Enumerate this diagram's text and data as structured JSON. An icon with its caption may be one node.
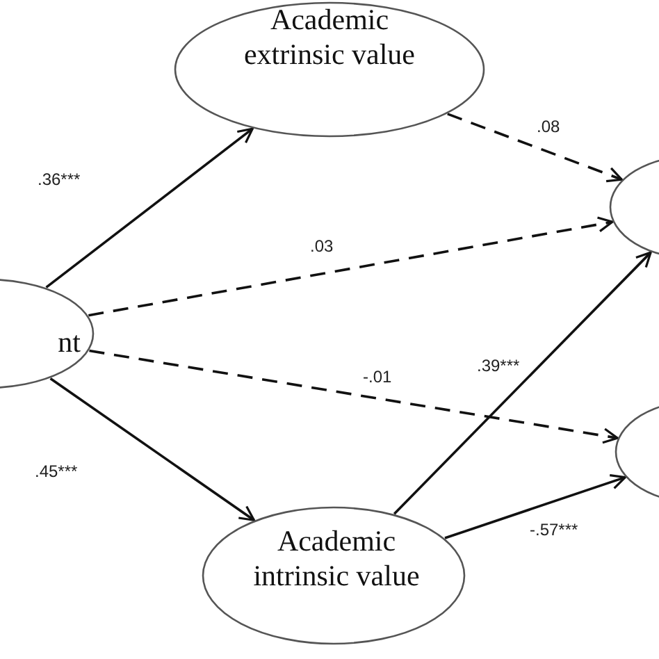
{
  "diagram": {
    "nodes": [
      {
        "text": [
          "nt"
        ]
      },
      {
        "text": [
          "Academic extrinsic value"
        ]
      },
      {
        "text": [
          "Academic intrinsic value"
        ]
      },
      {
        "text": [],
        "shape": "ellipse"
      },
      {
        "text": [],
        "shape": "ellipse"
      }
    ],
    "edges": [
      {
        "from": 0,
        "to": 1,
        "arrow": "to",
        "label": ".36***"
      },
      {
        "from": 1,
        "to": 3,
        "arrow": "to",
        "label": ".08",
        "style": "dashed"
      },
      {
        "from": 0,
        "to": 3,
        "arrow": "to",
        "label": ".03",
        "style": "dashed"
      },
      {
        "from": 0,
        "to": 4,
        "arrow": "to",
        "label": "-.01",
        "style": "dashed"
      },
      {
        "from": 2,
        "to": 3,
        "arrow": "to",
        "label": ".39***"
      },
      {
        "from": 0,
        "to": 2,
        "arrow": "to",
        "label": ".45***"
      },
      {
        "from": 2,
        "to": 4,
        "arrow": "to",
        "label": "-.57***"
      }
    ]
  }
}
